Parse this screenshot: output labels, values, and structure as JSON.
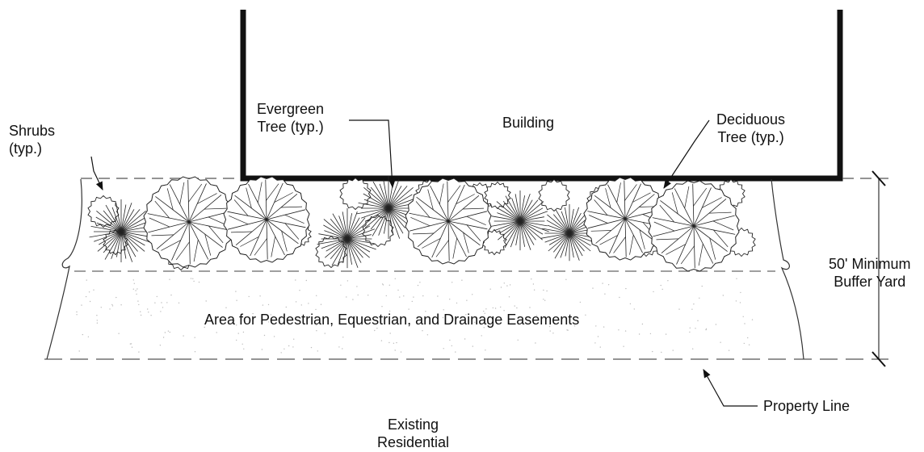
{
  "labels": {
    "building": "Building",
    "evergreen": [
      "Evergreen",
      "Tree (typ.)"
    ],
    "deciduous": [
      "Deciduous",
      "Tree (typ.)"
    ],
    "shrubs": [
      "Shrubs",
      "(typ.)"
    ],
    "buffer_dim": [
      "50' Minimum",
      "Buffer Yard"
    ],
    "easement": "Area for Pedestrian, Equestrian, and Drainage Easements",
    "property_line": "Property Line",
    "existing": [
      "Existing",
      "Residential"
    ]
  },
  "colors": {
    "line": "#111111",
    "background": "#ffffff"
  },
  "icons": [
    "evergreen-tree-symbol",
    "deciduous-tree-symbol",
    "shrub-symbol",
    "leader-arrow-icon",
    "break-line-symbol"
  ]
}
